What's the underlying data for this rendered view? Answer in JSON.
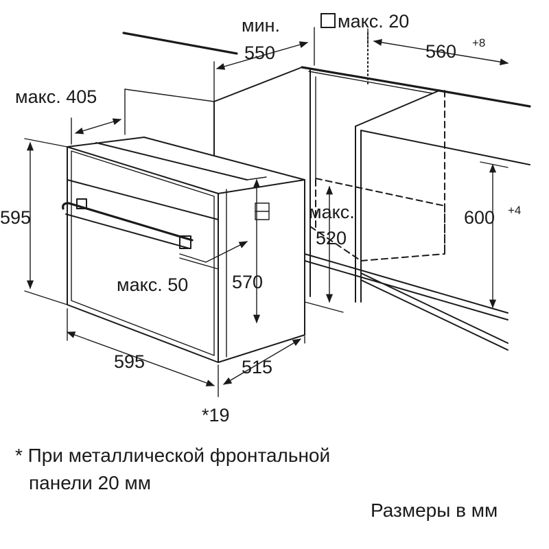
{
  "dimensions": {
    "min_label": "мин.",
    "min_depth": "550",
    "max_top": "макс. 20",
    "niche_width": "560",
    "niche_width_tol": "+8",
    "max_405": "макс. 405",
    "oven_height": "595",
    "max_520_label": "макс.",
    "max_520_value": "520",
    "niche_height": "600",
    "niche_height_tol": "+4",
    "max_50": "макс. 50",
    "inner_height": "570",
    "oven_width": "595",
    "oven_depth": "515",
    "front_panel": "*19"
  },
  "notes": {
    "footnote_line1": "* При металлической фронтальной",
    "footnote_line2": "панели 20 мм",
    "units": "Размеры в мм"
  }
}
